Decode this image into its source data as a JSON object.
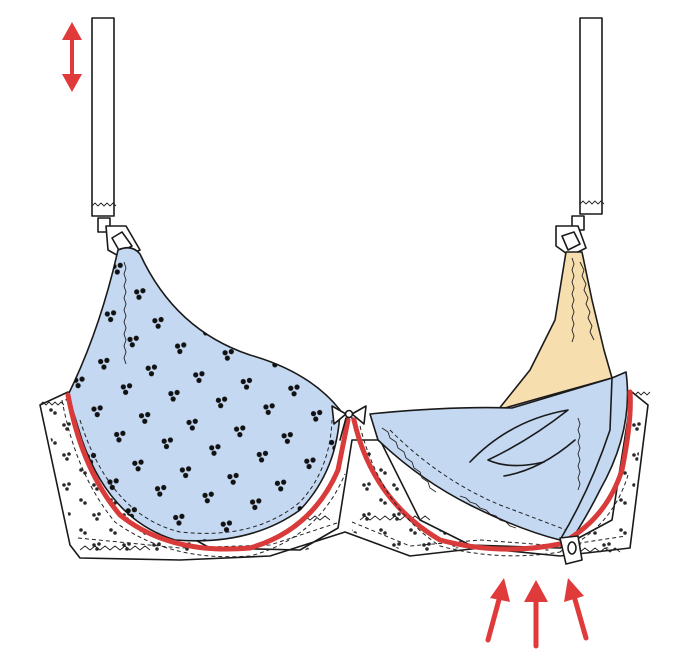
{
  "colors": {
    "cup_blue": "#c4d8f2",
    "lining_peach": "#f6deae",
    "underwire_red": "#d93a3a",
    "arrow_red": "#e03a3a",
    "outline": "#1a1a1a",
    "band_white": "#ffffff"
  },
  "icons": {
    "adjust_arrow": "double-headed-vertical-arrow",
    "support_arrows": "three-upward-arrows"
  },
  "features": {
    "left_cup": "closed",
    "right_cup": "folded-down",
    "support_arrow_count": 3
  }
}
